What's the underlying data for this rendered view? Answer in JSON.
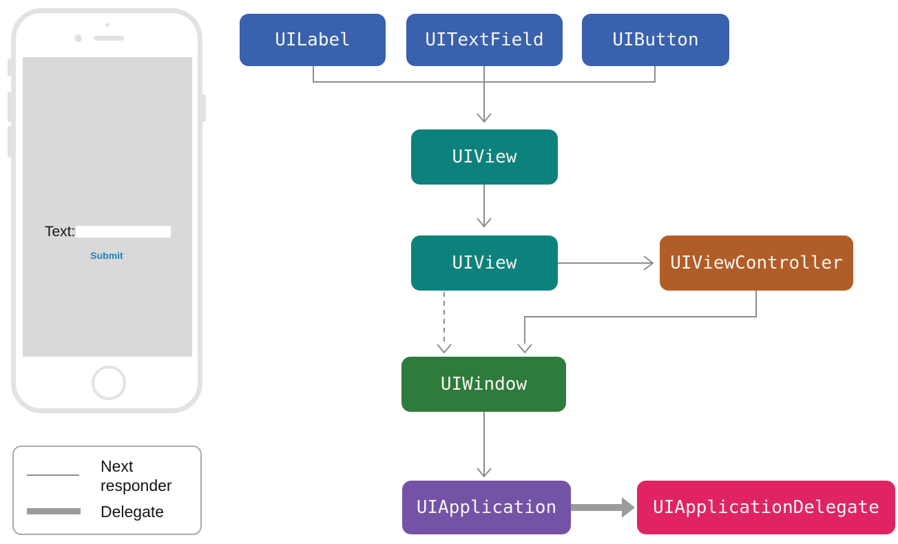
{
  "theme": {
    "connector": "#8c8c8c",
    "delegate_arrow": "#9b9b9b",
    "node_text": "#f5f5f0",
    "submit_link": "#1b83c8"
  },
  "diagram": {
    "nodes": {
      "uilabel": {
        "label": "UILabel",
        "color": "#3961ae"
      },
      "uitextfield": {
        "label": "UITextField",
        "color": "#3961ae"
      },
      "uibutton": {
        "label": "UIButton",
        "color": "#3961ae"
      },
      "uiview_top": {
        "label": "UIView",
        "color": "#0d827c"
      },
      "uiview_mid": {
        "label": "UIView",
        "color": "#0d827c"
      },
      "uiviewcontroller": {
        "label": "UIViewController",
        "color": "#b15d27"
      },
      "uiwindow": {
        "label": "UIWindow",
        "color": "#2f7b3b"
      },
      "uiapplication": {
        "label": "UIApplication",
        "color": "#7452a6"
      },
      "uiapplicationdelegate": {
        "label": "UIApplicationDelegate",
        "color": "#e02364"
      }
    },
    "edges": [
      {
        "from": "uilabel",
        "to": "uiview_top",
        "type": "next-responder"
      },
      {
        "from": "uitextfield",
        "to": "uiview_top",
        "type": "next-responder"
      },
      {
        "from": "uibutton",
        "to": "uiview_top",
        "type": "next-responder"
      },
      {
        "from": "uiview_top",
        "to": "uiview_mid",
        "type": "next-responder"
      },
      {
        "from": "uiview_mid",
        "to": "uiviewcontroller",
        "type": "next-responder"
      },
      {
        "from": "uiview_mid",
        "to": "uiwindow",
        "type": "next-responder-dashed"
      },
      {
        "from": "uiviewcontroller",
        "to": "uiwindow",
        "type": "next-responder"
      },
      {
        "from": "uiwindow",
        "to": "uiapplication",
        "type": "next-responder"
      },
      {
        "from": "uiapplication",
        "to": "uiapplicationdelegate",
        "type": "delegate"
      }
    ]
  },
  "phone": {
    "label_text": "Text:",
    "input_value": "",
    "submit_label": "Submit"
  },
  "legend": {
    "items": [
      {
        "label": "Next responder",
        "style": "thin-line"
      },
      {
        "label": "Delegate",
        "style": "thick-line"
      }
    ]
  }
}
